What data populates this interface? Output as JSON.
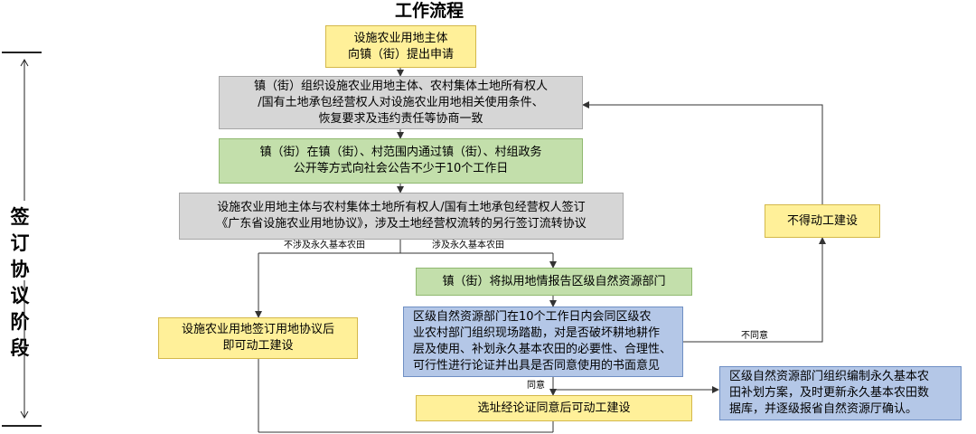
{
  "title": "工作流程",
  "stage_label": "签订\n协议\n阶段",
  "nodes": {
    "apply": "设施农业用地主体\n向镇（街）提出申请",
    "negotiate": "镇（街）组织设施农业用地主体、农村集体土地所有权人\n/国有土地承包经营权人对设施农业用地相关使用条件、\n恢复要求及违约责任等协商一致",
    "publicize": "镇（街）在镇（街）、村范围内通过镇（街）、村组政务\n公开等方式向社会公告不少于10个工作日",
    "sign": "设施农业用地主体与农村集体土地所有权人/国有土地承包经营权人签订\n《广东省设施农业用地协议》，涉及土地经营权流转的另行签订流转协议",
    "report": "镇（街）将拟用地情报告区级自然资源部门",
    "start_after_sign": "设施农业用地签订用地协议后\n即可动工建设",
    "review": "区级自然资源部门在10个工作日内会同区级农\n业农村部门组织现场踏勘，对是否破坏耕地耕作\n层及使用、补划永久基本农田的必要性、合理性、\n可行性进行论证并出具是否同意使用的书面意见",
    "no_construction": "不得动工建设",
    "compensate": "区级自然资源部门组织编制永久基本农\n田补划方案，及时更新永久基本农田数\n据库，并逐级报省自然资源厅确认。",
    "start_after_review": "选址经论证同意后可动工建设"
  },
  "edge_labels": {
    "not_involved": "不涉及永久基本农田",
    "involved": "涉及永久基本农田",
    "disagree": "不同意",
    "agree": "同意"
  },
  "colors": {
    "yellow": "#fff099",
    "gray": "#d6d6d6",
    "green": "#c3dfab",
    "blue": "#b4c7e7",
    "line": "#333333"
  }
}
